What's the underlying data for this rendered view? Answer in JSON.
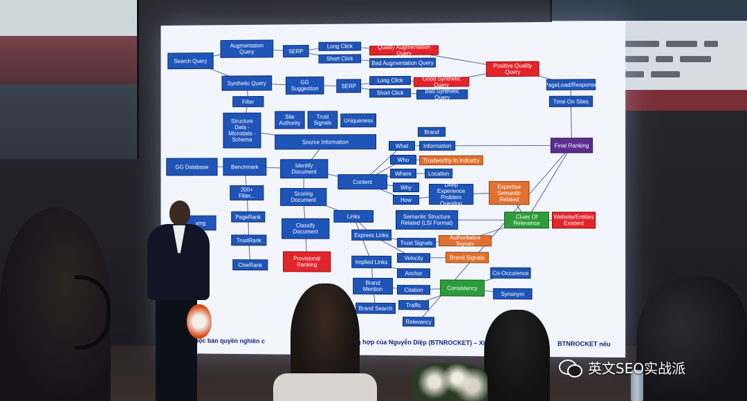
{
  "slide": {
    "boxes": [
      {
        "id": "search-query",
        "label": "Search Query",
        "color": "blue"
      },
      {
        "id": "augmentation-query",
        "label": "Augmentation Query",
        "color": "blue"
      },
      {
        "id": "serp-1",
        "label": "SERP",
        "color": "blue"
      },
      {
        "id": "long-click-1",
        "label": "Long Click",
        "color": "blue"
      },
      {
        "id": "short-click-1",
        "label": "Short Click",
        "color": "blue"
      },
      {
        "id": "quality-augmentation-query",
        "label": "Quality Augmentation Query",
        "color": "red"
      },
      {
        "id": "bad-augmentation-query",
        "label": "Bad Augmentation Query",
        "color": "blue"
      },
      {
        "id": "positive-quality-query",
        "label": "Positive Quality Query",
        "color": "red"
      },
      {
        "id": "synthetic-query",
        "label": "Synthetic Query",
        "color": "blue"
      },
      {
        "id": "gg-suggestion",
        "label": "GG Suggestion",
        "color": "blue"
      },
      {
        "id": "serp-2",
        "label": "SERP",
        "color": "blue"
      },
      {
        "id": "long-click-2",
        "label": "Long Click",
        "color": "blue"
      },
      {
        "id": "short-click-2",
        "label": "Short Click",
        "color": "blue"
      },
      {
        "id": "good-synthetic-query",
        "label": "Good Synthetic Query",
        "color": "red"
      },
      {
        "id": "bad-synthetic-query",
        "label": "Bad Synthetic Query",
        "color": "blue"
      },
      {
        "id": "pageload-response",
        "label": "PageLoad/Response",
        "color": "blue"
      },
      {
        "id": "time-on-sites",
        "label": "Time On Sites",
        "color": "blue"
      },
      {
        "id": "filter",
        "label": "Filter",
        "color": "blue"
      },
      {
        "id": "structure-data",
        "label": "Structure Data - Microdata - Schema",
        "color": "blue"
      },
      {
        "id": "site-authority",
        "label": "Site Authority",
        "color": "blue"
      },
      {
        "id": "trust-signals",
        "label": "Trust Signals",
        "color": "blue"
      },
      {
        "id": "uniqueness",
        "label": "Uniqueness",
        "color": "blue"
      },
      {
        "id": "source-information",
        "label": "Source Information",
        "color": "blue"
      },
      {
        "id": "brand",
        "label": "Brand",
        "color": "blue"
      },
      {
        "id": "what",
        "label": "What",
        "color": "blue"
      },
      {
        "id": "information",
        "label": "Information",
        "color": "blue"
      },
      {
        "id": "final-ranking",
        "label": "Final Ranking",
        "color": "purple"
      },
      {
        "id": "gg-database",
        "label": "GG Database",
        "color": "blue"
      },
      {
        "id": "benchmark",
        "label": "Benchmark",
        "color": "blue"
      },
      {
        "id": "identify-document",
        "label": "Identify Document",
        "color": "blue"
      },
      {
        "id": "who",
        "label": "Who",
        "color": "blue"
      },
      {
        "id": "trustworthy-industry",
        "label": "Trustworthy In Industry",
        "color": "orange"
      },
      {
        "id": "where",
        "label": "Where",
        "color": "blue"
      },
      {
        "id": "location",
        "label": "Location",
        "color": "blue"
      },
      {
        "id": "content",
        "label": "Content",
        "color": "blue"
      },
      {
        "id": "filter-200",
        "label": "200+ Filter...",
        "color": "blue"
      },
      {
        "id": "scoring-document",
        "label": "Scoring Document",
        "color": "blue"
      },
      {
        "id": "why",
        "label": "Why",
        "color": "blue"
      },
      {
        "id": "how",
        "label": "How",
        "color": "blue"
      },
      {
        "id": "deep-experience",
        "label": "Deep Experience Problem Question",
        "color": "blue"
      },
      {
        "id": "expertise-semantic",
        "label": "Expertise Semantic Related",
        "color": "orange"
      },
      {
        "id": "indexing",
        "label": "xing",
        "color": "blue"
      },
      {
        "id": "pagerank",
        "label": "PageRank",
        "color": "blue"
      },
      {
        "id": "links",
        "label": "Links",
        "color": "blue"
      },
      {
        "id": "semantic-structure",
        "label": "Semantic Structure Related (LSI Format)",
        "color": "blue"
      },
      {
        "id": "clues-of-relevance",
        "label": "Clues Of Relevance",
        "color": "green"
      },
      {
        "id": "website-entities",
        "label": "Website/Entities Existent",
        "color": "red"
      },
      {
        "id": "classify-document",
        "label": "Classify Document",
        "color": "blue"
      },
      {
        "id": "trustrank",
        "label": "TrustRank",
        "color": "blue"
      },
      {
        "id": "express-links",
        "label": "Express Links",
        "color": "blue"
      },
      {
        "id": "trust-signals-2",
        "label": "Trust Signals",
        "color": "blue"
      },
      {
        "id": "authoritative-signals",
        "label": "Authoritative Signals",
        "color": "orange"
      },
      {
        "id": "provisional-ranking",
        "label": "Provisional Ranking",
        "color": "red"
      },
      {
        "id": "velocity",
        "label": "Velocity",
        "color": "blue"
      },
      {
        "id": "brand-signals",
        "label": "Brand Signals",
        "color": "orange"
      },
      {
        "id": "chierank",
        "label": "ChieRank",
        "color": "blue"
      },
      {
        "id": "implied-links",
        "label": "Implied Links",
        "color": "blue"
      },
      {
        "id": "anchor",
        "label": "Anchor",
        "color": "blue"
      },
      {
        "id": "co-occurence",
        "label": "Co-Occurence",
        "color": "blue"
      },
      {
        "id": "brand-mention",
        "label": "Brand Mention",
        "color": "blue"
      },
      {
        "id": "citation",
        "label": "Citation",
        "color": "blue"
      },
      {
        "id": "consistency",
        "label": "Consistency",
        "color": "green"
      },
      {
        "id": "synonym",
        "label": "Synonym",
        "color": "blue"
      },
      {
        "id": "traffic",
        "label": "Traffic",
        "color": "blue"
      },
      {
        "id": "brand-search",
        "label": "Brand Search",
        "color": "blue"
      },
      {
        "id": "relevancy",
        "label": "Relevancy",
        "color": "blue"
      }
    ],
    "caption_parts": [
      "\"Búa\" thuộc bản quyền nghiên c",
      "tổng hợp của Nguyễn Diệp (BTNROCKET) – Xin hãy",
      "BTNROCKET nếu có trích dẫn..."
    ]
  },
  "colors": {
    "blue": "#1f55b8",
    "red": "#e3242b",
    "orange": "#e2712f",
    "green": "#2c9c3a",
    "purple": "#5b2e8e"
  },
  "watermark": {
    "icon": "wechat-icon",
    "text": "英文SEO实战派"
  }
}
